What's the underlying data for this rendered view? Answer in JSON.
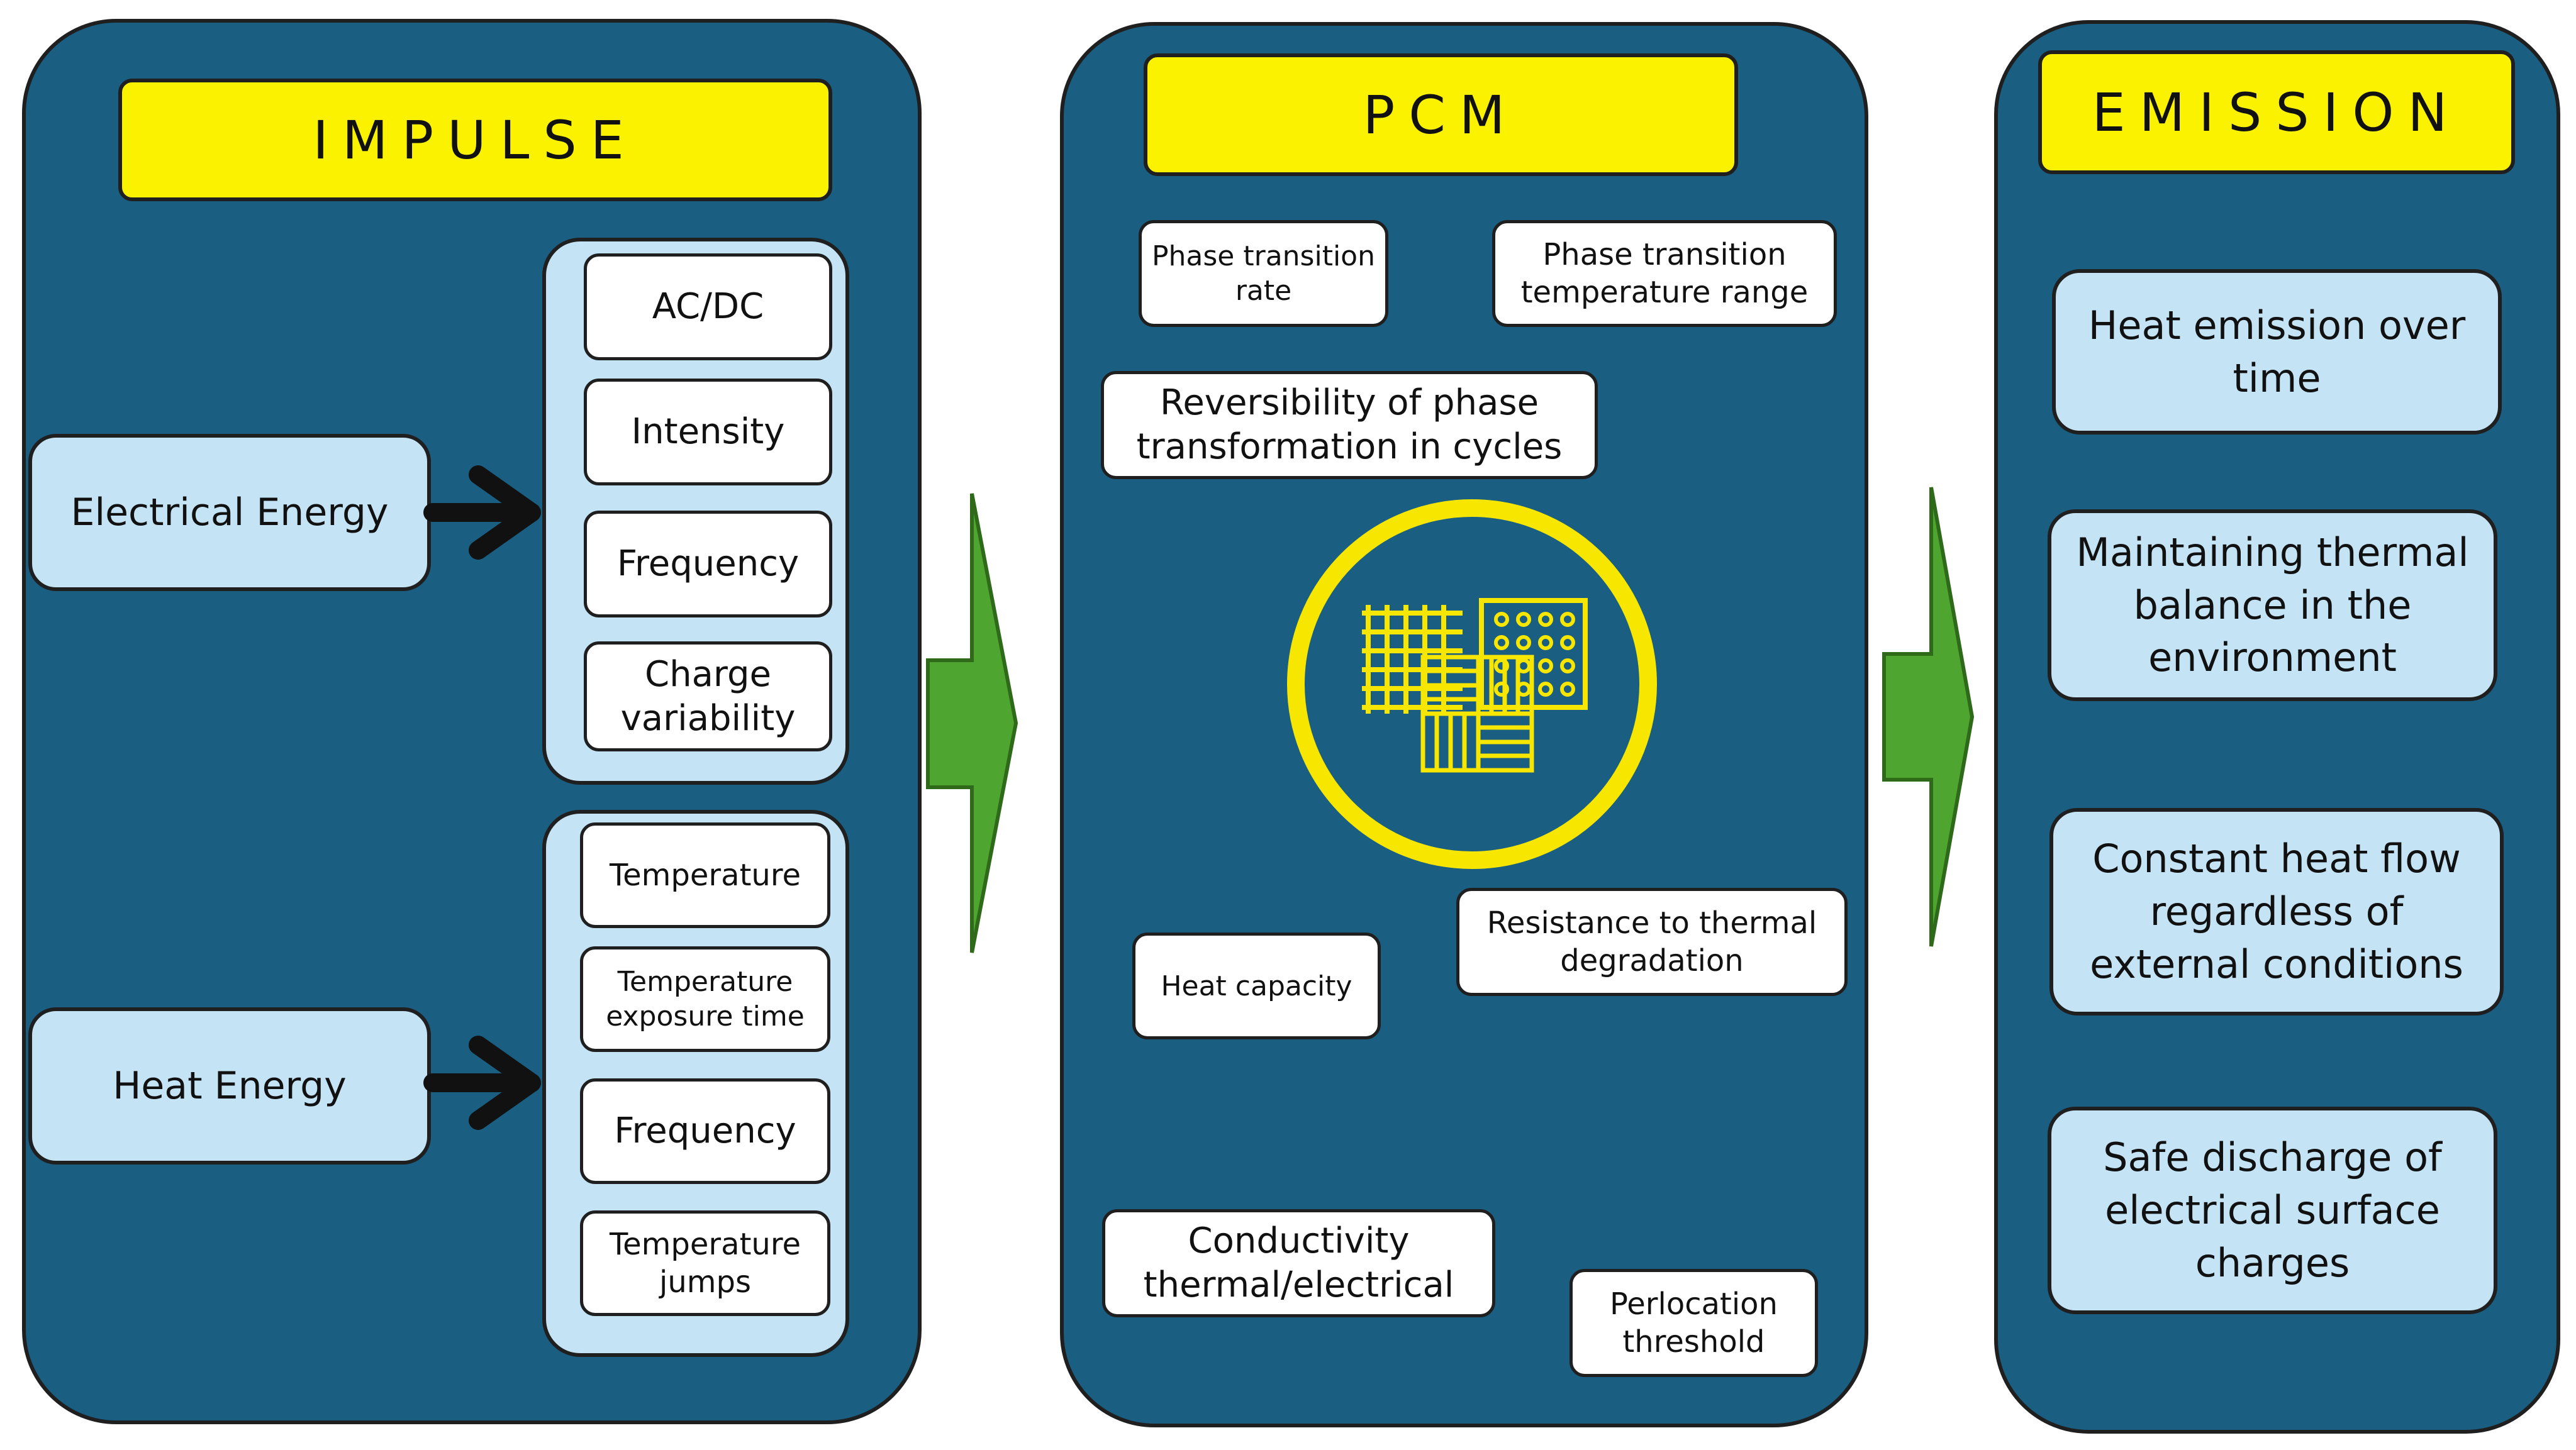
{
  "colors": {
    "panel": "#1a5e82",
    "title": "#fbf200",
    "light_box": "#c4e3f4",
    "white_box": "#ffffff",
    "arrow": "#4ea52f",
    "outline": "#1f1f1f",
    "pcm_icon": "#f7e700"
  },
  "impulse": {
    "title": "IMPULSE",
    "electrical": {
      "label": "Electrical Energy",
      "items": [
        "AC/DC",
        "Intensity",
        "Frequency",
        "Charge variability"
      ]
    },
    "heat": {
      "label": "Heat Energy",
      "items": [
        "Temperature",
        "Temperature exposure time",
        "Frequency",
        "Temperature jumps"
      ]
    }
  },
  "pcm": {
    "title": "PCM",
    "icon": "pcm-fabric-circle-icon",
    "properties": [
      "Phase transition rate",
      "Phase transition temperature range",
      "Reversibility of phase transformation in cycles",
      "Heat capacity",
      "Resistance to thermal degradation",
      "Conductivity thermal/electrical",
      "Perlocation threshold"
    ]
  },
  "emission": {
    "title": "EMISSION",
    "items": [
      "Heat emission over time",
      "Maintaining thermal balance in the environment",
      "Constant heat flow regardless of external conditions",
      "Safe discharge of electrical surface charges"
    ]
  }
}
